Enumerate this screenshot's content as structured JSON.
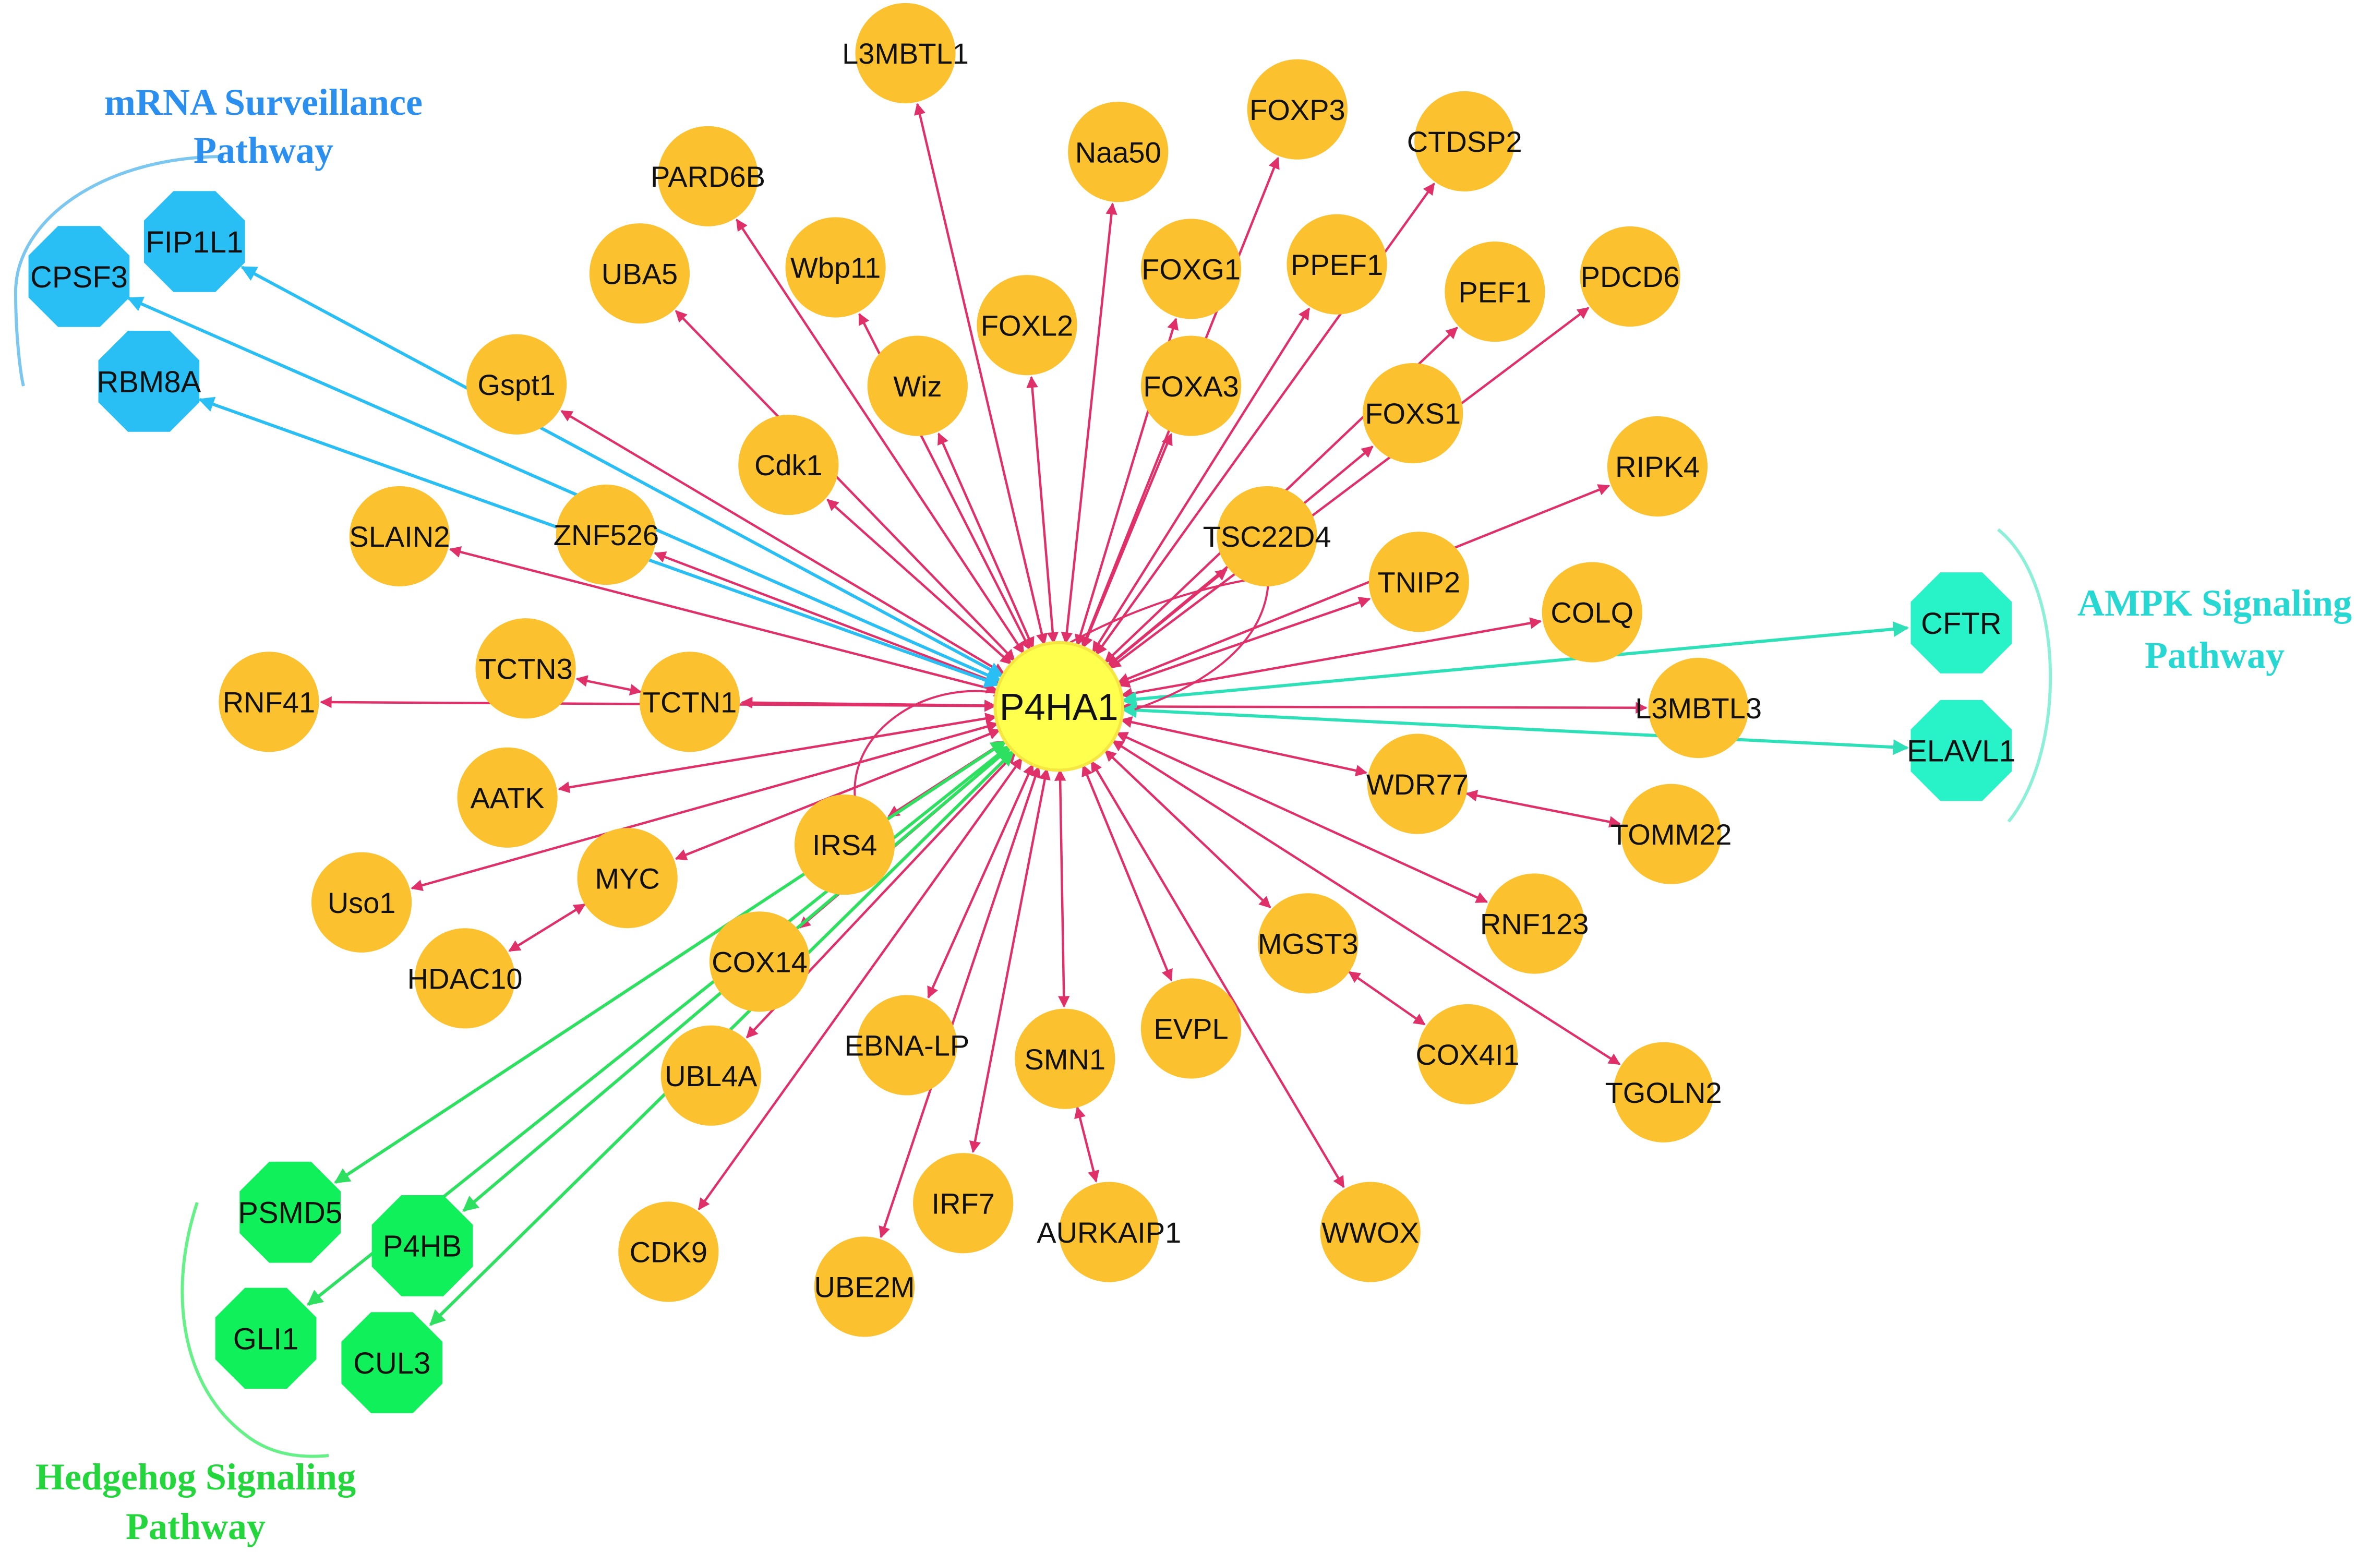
{
  "colors": {
    "background": "#ffffff",
    "hub": "#ffff4d",
    "hub_stroke": "#f5e642",
    "interactor": "#fcc12e",
    "mrna": "#29bff5",
    "hedgehog": "#0ff05a",
    "ampk": "#27f2c8",
    "edge_red": "#e0306a",
    "edge_blue": "#29bff5",
    "edge_green": "#2ee060",
    "edge_teal": "#2ee0b8",
    "bracket_blue": "#7cc7f0",
    "bracket_green": "#66f088",
    "bracket_teal": "#8cf0d8",
    "title_blue": "#2b8ff0",
    "title_green": "#22d63c",
    "title_teal": "#26d7d2"
  },
  "hub": {
    "id": "P4HA1",
    "label": "P4HA1",
    "shape": "circle"
  },
  "pathways": {
    "mrna": {
      "title_line1": "mRNA Surveillance",
      "title_line2": "Pathway"
    },
    "ampk": {
      "title_line1": "AMPK Signaling",
      "title_line2": "Pathway"
    },
    "hedgehog": {
      "title_line1": "Hedgehog Signaling",
      "title_line2": "Pathway"
    }
  },
  "nodes": [
    {
      "id": "L3MBTL1",
      "label": "L3MBTL1",
      "group": "interactor"
    },
    {
      "id": "Naa50",
      "label": "Naa50",
      "group": "interactor"
    },
    {
      "id": "FOXP3",
      "label": "FOXP3",
      "group": "interactor"
    },
    {
      "id": "CTDSP2",
      "label": "CTDSP2",
      "group": "interactor"
    },
    {
      "id": "PARD6B",
      "label": "PARD6B",
      "group": "interactor"
    },
    {
      "id": "UBA5",
      "label": "UBA5",
      "group": "interactor"
    },
    {
      "id": "Wbp11",
      "label": "Wbp11",
      "group": "interactor"
    },
    {
      "id": "FOXG1",
      "label": "FOXG1",
      "group": "interactor"
    },
    {
      "id": "PPEF1",
      "label": "PPEF1",
      "group": "interactor"
    },
    {
      "id": "PEF1",
      "label": "PEF1",
      "group": "interactor"
    },
    {
      "id": "PDCD6",
      "label": "PDCD6",
      "group": "interactor"
    },
    {
      "id": "FOXL2",
      "label": "FOXL2",
      "group": "interactor"
    },
    {
      "id": "Wiz",
      "label": "Wiz",
      "group": "interactor"
    },
    {
      "id": "FOXA3",
      "label": "FOXA3",
      "group": "interactor"
    },
    {
      "id": "Gspt1",
      "label": "Gspt1",
      "group": "interactor"
    },
    {
      "id": "FOXS1",
      "label": "FOXS1",
      "group": "interactor"
    },
    {
      "id": "Cdk1",
      "label": "Cdk1",
      "group": "interactor"
    },
    {
      "id": "RIPK4",
      "label": "RIPK4",
      "group": "interactor"
    },
    {
      "id": "ZNF526",
      "label": "ZNF526",
      "group": "interactor"
    },
    {
      "id": "SLAIN2",
      "label": "SLAIN2",
      "group": "interactor"
    },
    {
      "id": "TSC22D4",
      "label": "TSC22D4",
      "group": "interactor"
    },
    {
      "id": "TNIP2",
      "label": "TNIP2",
      "group": "interactor"
    },
    {
      "id": "COLQ",
      "label": "COLQ",
      "group": "interactor"
    },
    {
      "id": "TCTN3",
      "label": "TCTN3",
      "group": "interactor"
    },
    {
      "id": "TCTN1",
      "label": "TCTN1",
      "group": "interactor"
    },
    {
      "id": "RNF41",
      "label": "RNF41",
      "group": "interactor"
    },
    {
      "id": "L3MBTL3",
      "label": "L3MBTL3",
      "group": "interactor"
    },
    {
      "id": "AATK",
      "label": "AATK",
      "group": "interactor"
    },
    {
      "id": "WDR77",
      "label": "WDR77",
      "group": "interactor"
    },
    {
      "id": "IRS4",
      "label": "IRS4",
      "group": "interactor"
    },
    {
      "id": "TOMM22",
      "label": "TOMM22",
      "group": "interactor"
    },
    {
      "id": "MYC",
      "label": "MYC",
      "group": "interactor"
    },
    {
      "id": "Uso1",
      "label": "Uso1",
      "group": "interactor"
    },
    {
      "id": "RNF123",
      "label": "RNF123",
      "group": "interactor"
    },
    {
      "id": "HDAC10",
      "label": "HDAC10",
      "group": "interactor"
    },
    {
      "id": "MGST3",
      "label": "MGST3",
      "group": "interactor"
    },
    {
      "id": "COX14",
      "label": "COX14",
      "group": "interactor"
    },
    {
      "id": "EVPL",
      "label": "EVPL",
      "group": "interactor"
    },
    {
      "id": "EBNA-LP",
      "label": "EBNA-LP",
      "group": "interactor"
    },
    {
      "id": "SMN1",
      "label": "SMN1",
      "group": "interactor"
    },
    {
      "id": "COX4I1",
      "label": "COX4I1",
      "group": "interactor"
    },
    {
      "id": "UBL4A",
      "label": "UBL4A",
      "group": "interactor"
    },
    {
      "id": "TGOLN2",
      "label": "TGOLN2",
      "group": "interactor"
    },
    {
      "id": "IRF7",
      "label": "IRF7",
      "group": "interactor"
    },
    {
      "id": "AURKAIP1",
      "label": "AURKAIP1",
      "group": "interactor"
    },
    {
      "id": "WWOX",
      "label": "WWOX",
      "group": "interactor"
    },
    {
      "id": "CDK9",
      "label": "CDK9",
      "group": "interactor"
    },
    {
      "id": "UBE2M",
      "label": "UBE2M",
      "group": "interactor"
    },
    {
      "id": "FIP1L1",
      "label": "FIP1L1",
      "group": "mrna"
    },
    {
      "id": "CPSF3",
      "label": "CPSF3",
      "group": "mrna"
    },
    {
      "id": "RBM8A",
      "label": "RBM8A",
      "group": "mrna"
    },
    {
      "id": "CFTR",
      "label": "CFTR",
      "group": "ampk"
    },
    {
      "id": "ELAVL1",
      "label": "ELAVL1",
      "group": "ampk"
    },
    {
      "id": "PSMD5",
      "label": "PSMD5",
      "group": "hedgehog"
    },
    {
      "id": "P4HB",
      "label": "P4HB",
      "group": "hedgehog"
    },
    {
      "id": "GLI1",
      "label": "GLI1",
      "group": "hedgehog"
    },
    {
      "id": "CUL3",
      "label": "CUL3",
      "group": "hedgehog"
    }
  ],
  "edges": [
    {
      "source": "P4HA1",
      "target": "L3MBTL1",
      "type": "red"
    },
    {
      "source": "P4HA1",
      "target": "Naa50",
      "type": "red"
    },
    {
      "source": "P4HA1",
      "target": "FOXP3",
      "type": "red"
    },
    {
      "source": "P4HA1",
      "target": "CTDSP2",
      "type": "red"
    },
    {
      "source": "P4HA1",
      "target": "PARD6B",
      "type": "red"
    },
    {
      "source": "P4HA1",
      "target": "UBA5",
      "type": "red"
    },
    {
      "source": "P4HA1",
      "target": "Wbp11",
      "type": "red"
    },
    {
      "source": "P4HA1",
      "target": "FOXG1",
      "type": "red"
    },
    {
      "source": "P4HA1",
      "target": "PPEF1",
      "type": "red"
    },
    {
      "source": "P4HA1",
      "target": "PEF1",
      "type": "red"
    },
    {
      "source": "P4HA1",
      "target": "PDCD6",
      "type": "red"
    },
    {
      "source": "P4HA1",
      "target": "FOXL2",
      "type": "red"
    },
    {
      "source": "P4HA1",
      "target": "Wiz",
      "type": "red"
    },
    {
      "source": "P4HA1",
      "target": "FOXA3",
      "type": "red"
    },
    {
      "source": "P4HA1",
      "target": "Gspt1",
      "type": "red"
    },
    {
      "source": "P4HA1",
      "target": "FOXS1",
      "type": "red"
    },
    {
      "source": "P4HA1",
      "target": "Cdk1",
      "type": "red"
    },
    {
      "source": "P4HA1",
      "target": "RIPK4",
      "type": "red"
    },
    {
      "source": "P4HA1",
      "target": "ZNF526",
      "type": "red"
    },
    {
      "source": "P4HA1",
      "target": "SLAIN2",
      "type": "red"
    },
    {
      "source": "P4HA1",
      "target": "TSC22D4",
      "type": "red"
    },
    {
      "source": "P4HA1",
      "target": "TNIP2",
      "type": "red"
    },
    {
      "source": "P4HA1",
      "target": "COLQ",
      "type": "red"
    },
    {
      "source": "P4HA1",
      "target": "TCTN1",
      "type": "red"
    },
    {
      "source": "TCTN1",
      "target": "TCTN3",
      "type": "red"
    },
    {
      "source": "P4HA1",
      "target": "RNF41",
      "type": "red"
    },
    {
      "source": "P4HA1",
      "target": "L3MBTL3",
      "type": "red"
    },
    {
      "source": "P4HA1",
      "target": "AATK",
      "type": "red"
    },
    {
      "source": "P4HA1",
      "target": "WDR77",
      "type": "red"
    },
    {
      "source": "WDR77",
      "target": "TOMM22",
      "type": "red"
    },
    {
      "source": "P4HA1",
      "target": "IRS4",
      "type": "red"
    },
    {
      "source": "P4HA1",
      "target": "MYC",
      "type": "red"
    },
    {
      "source": "MYC",
      "target": "HDAC10",
      "type": "red"
    },
    {
      "source": "P4HA1",
      "target": "Uso1",
      "type": "red"
    },
    {
      "source": "P4HA1",
      "target": "RNF123",
      "type": "red"
    },
    {
      "source": "P4HA1",
      "target": "MGST3",
      "type": "red"
    },
    {
      "source": "MGST3",
      "target": "COX4I1",
      "type": "red"
    },
    {
      "source": "P4HA1",
      "target": "COX14",
      "type": "red"
    },
    {
      "source": "P4HA1",
      "target": "EVPL",
      "type": "red"
    },
    {
      "source": "P4HA1",
      "target": "EBNA-LP",
      "type": "red"
    },
    {
      "source": "P4HA1",
      "target": "SMN1",
      "type": "red"
    },
    {
      "source": "SMN1",
      "target": "AURKAIP1",
      "type": "red"
    },
    {
      "source": "P4HA1",
      "target": "UBL4A",
      "type": "red"
    },
    {
      "source": "P4HA1",
      "target": "TGOLN2",
      "type": "red"
    },
    {
      "source": "P4HA1",
      "target": "IRF7",
      "type": "red"
    },
    {
      "source": "P4HA1",
      "target": "WWOX",
      "type": "red"
    },
    {
      "source": "P4HA1",
      "target": "CDK9",
      "type": "red"
    },
    {
      "source": "P4HA1",
      "target": "UBE2M",
      "type": "red"
    },
    {
      "source": "P4HA1",
      "target": "FIP1L1",
      "type": "blue"
    },
    {
      "source": "P4HA1",
      "target": "CPSF3",
      "type": "blue"
    },
    {
      "source": "P4HA1",
      "target": "RBM8A",
      "type": "blue"
    },
    {
      "source": "P4HA1",
      "target": "CFTR",
      "type": "teal"
    },
    {
      "source": "P4HA1",
      "target": "ELAVL1",
      "type": "teal"
    },
    {
      "source": "P4HA1",
      "target": "PSMD5",
      "type": "green"
    },
    {
      "source": "P4HA1",
      "target": "P4HB",
      "type": "green"
    },
    {
      "source": "P4HA1",
      "target": "GLI1",
      "type": "green"
    },
    {
      "source": "P4HA1",
      "target": "CUL3",
      "type": "green"
    }
  ]
}
